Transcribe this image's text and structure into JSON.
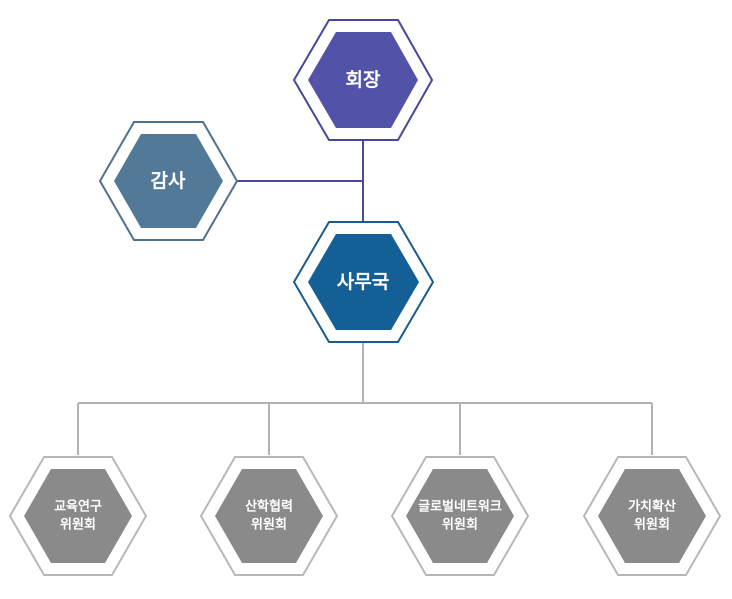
{
  "nodes": {
    "chairman": {
      "label": "회장",
      "color": "#5252a8",
      "border": "#47479a"
    },
    "auditor": {
      "label": "감사",
      "color": "#527a98",
      "border": "#4f718f"
    },
    "secretariat": {
      "label": "사무국",
      "color": "#145f96",
      "border": "#1b5b8c"
    },
    "committees": [
      {
        "line1": "교육연구",
        "line2": "위원회"
      },
      {
        "line1": "산학협력",
        "line2": "위원회"
      },
      {
        "line1": "글로벌네트워크",
        "line2": "위원회"
      },
      {
        "line1": "가치확산",
        "line2": "위원회"
      }
    ],
    "committee_color": "#8a8a8a",
    "committee_border": "#b8b8b8"
  },
  "connector_colors": {
    "upper": "#4a4a9a",
    "lower": "#b2b2b2"
  }
}
